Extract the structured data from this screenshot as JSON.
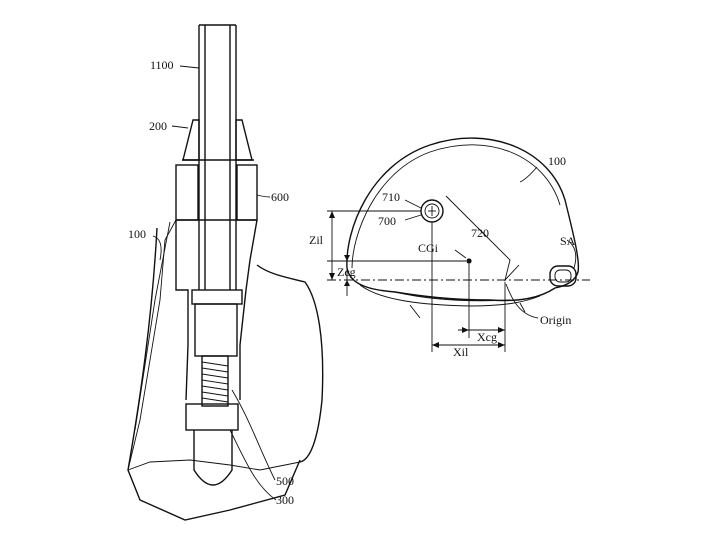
{
  "labels": {
    "shaft": "1100",
    "ferrule": "200",
    "sleeve": "600",
    "head_left": "100",
    "screw": "500",
    "screw_base": "300",
    "head_right": "100",
    "weight": "710",
    "weight_port": "700",
    "line_720": "720",
    "cg": "CGi",
    "zil": "Zil",
    "zcg": "Zcg",
    "xcg": "Xcg",
    "xil": "Xil",
    "shaft_axis": "SA",
    "origin": "Origin"
  }
}
